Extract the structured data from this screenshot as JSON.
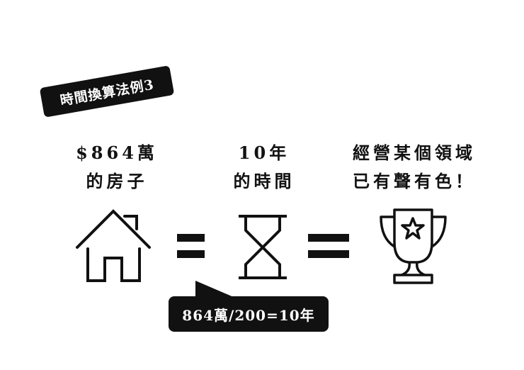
{
  "tag": {
    "label": "時間換算法例3"
  },
  "columns": [
    {
      "line1": "$864萬",
      "line2": "的房子",
      "icon": "house-icon"
    },
    {
      "line1": "10年",
      "line2": "的時間",
      "icon": "hourglass-icon"
    },
    {
      "line1": "經營某個領域",
      "line2": "已有聲有色！",
      "icon": "trophy-icon"
    }
  ],
  "operators": [
    "=",
    "="
  ],
  "bubble": {
    "text": "864萬/200=10年"
  },
  "colors": {
    "ink": "#111111",
    "background": "#ffffff",
    "inverse_text": "#ffffff"
  }
}
